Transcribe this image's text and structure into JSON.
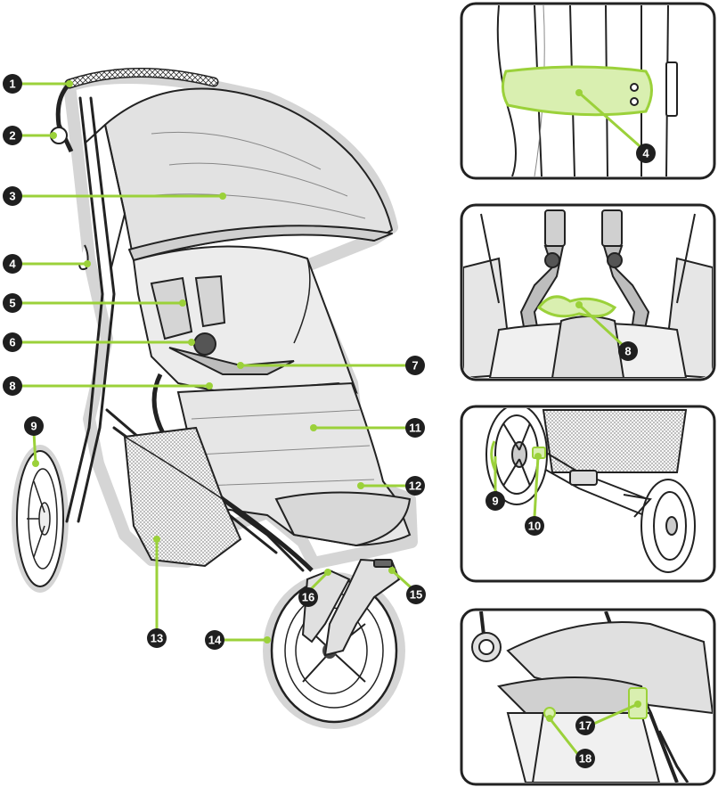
{
  "diagram": {
    "callouts": [
      "1",
      "2",
      "3",
      "4",
      "5",
      "6",
      "7",
      "8",
      "9",
      "10",
      "11",
      "12",
      "13",
      "14",
      "15",
      "16",
      "17",
      "18"
    ],
    "inset_callouts": {
      "handle_release": [
        "4"
      ],
      "harness_crotch": [
        "8"
      ],
      "rear_wheel_brake": [
        "9",
        "10"
      ],
      "rear_frame": [
        "17",
        "18"
      ]
    }
  },
  "colors": {
    "accent_green": "#9bd13a",
    "highlight_fill": "#d9efb0",
    "badge_fill": "#1f1f1f",
    "outline": "#222222",
    "halo": "#cfcfcf",
    "mesh": "#bdbdbd"
  }
}
